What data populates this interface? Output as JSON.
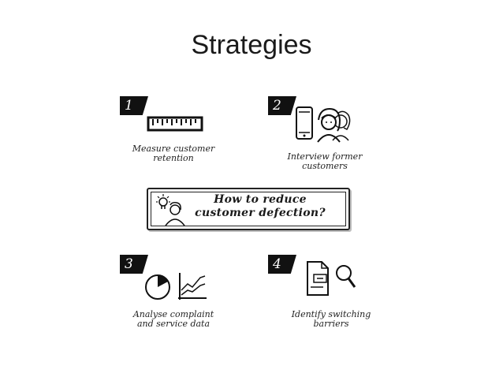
{
  "title": "Strategies",
  "center": {
    "text": "How to reduce customer defection?",
    "icons": [
      "lightbulb-icon",
      "person-icon"
    ]
  },
  "strategies": [
    {
      "number": "1",
      "label": "Measure customer retention",
      "icon": "ruler-icon"
    },
    {
      "number": "2",
      "label": "Interview former customers",
      "icon": "phone-people-icon"
    },
    {
      "number": "3",
      "label": "Analyse complaint and service data",
      "icon": "pie-line-chart-icon"
    },
    {
      "number": "4",
      "label": "Identify switching barriers",
      "icon": "document-magnifier-icon"
    }
  ]
}
